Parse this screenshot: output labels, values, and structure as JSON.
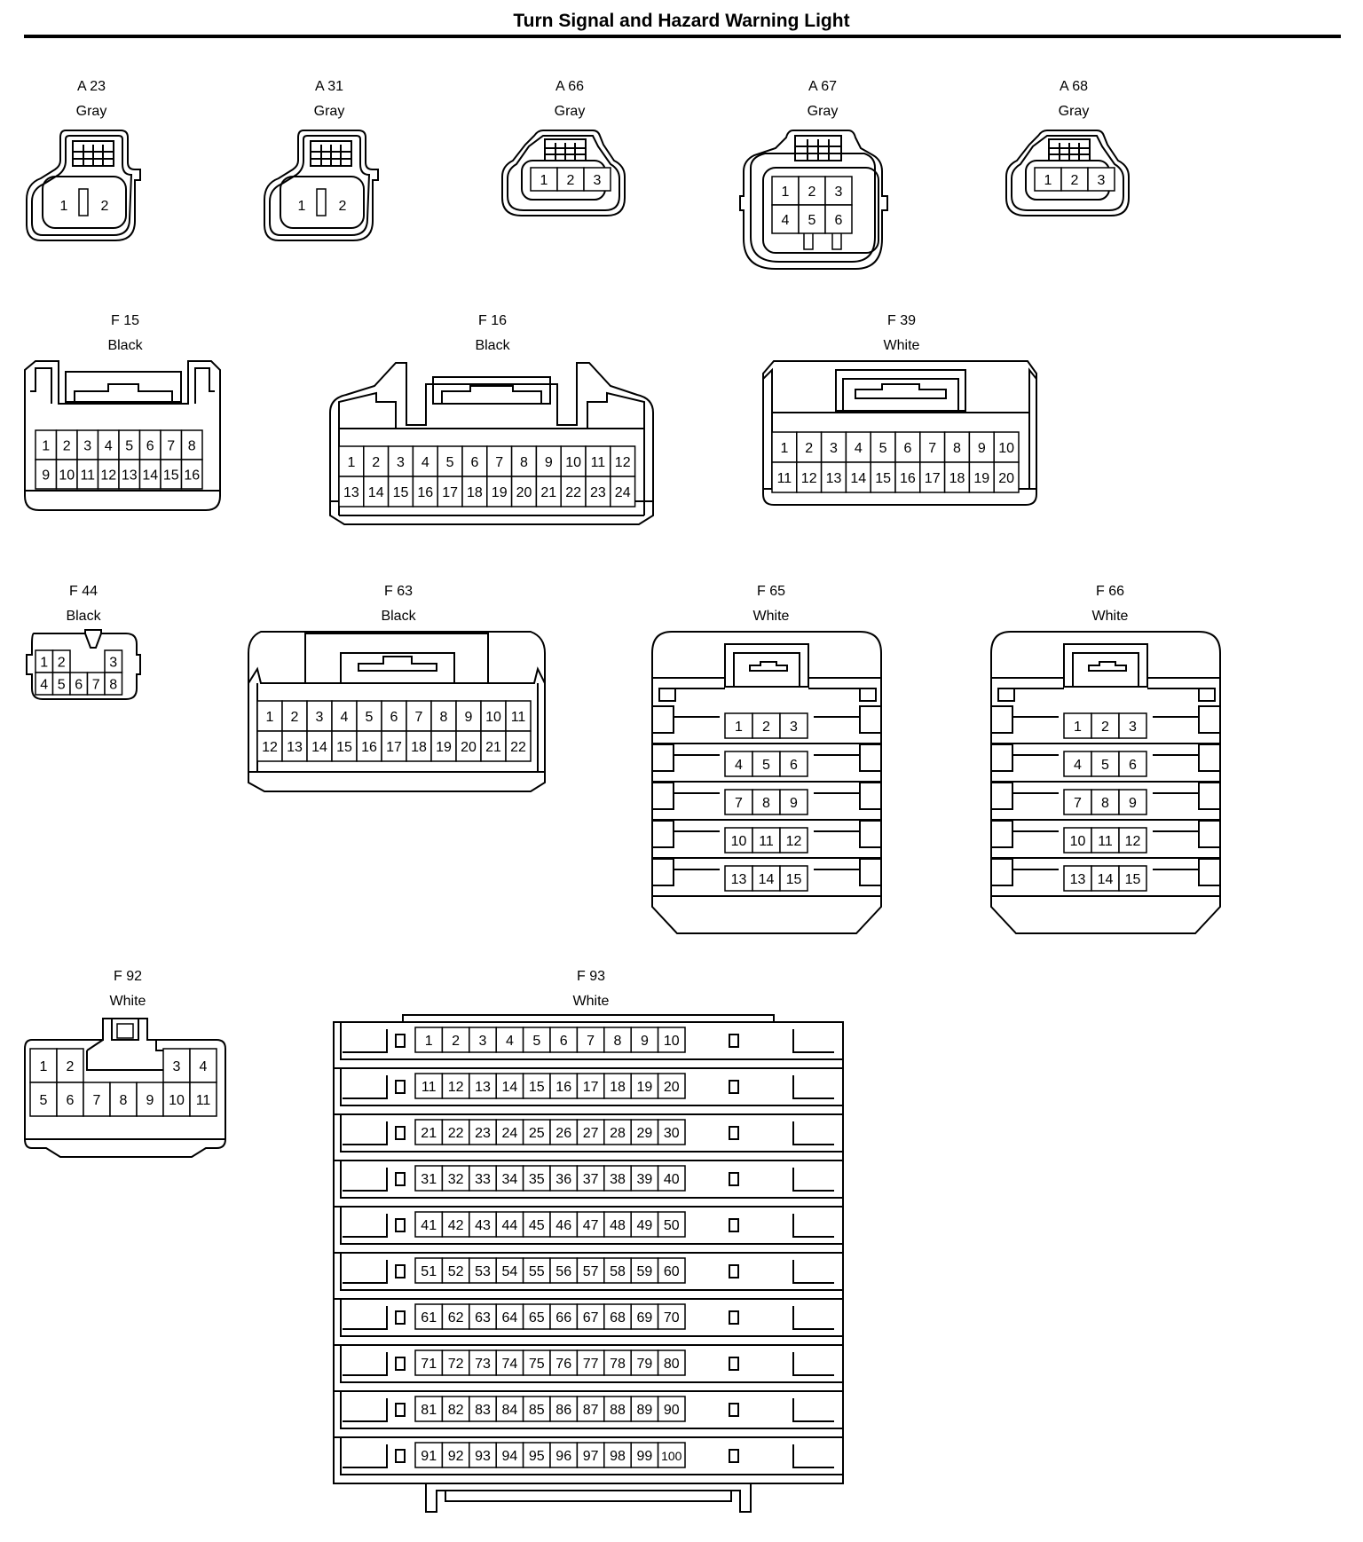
{
  "title": "Turn Signal and Hazard Warning Light",
  "connectors": [
    {
      "id": "A 23",
      "color": "Gray",
      "pins": [
        [
          1,
          2
        ]
      ]
    },
    {
      "id": "A 31",
      "color": "Gray",
      "pins": [
        [
          1,
          2
        ]
      ]
    },
    {
      "id": "A 66",
      "color": "Gray",
      "pins": [
        [
          1,
          2,
          3
        ]
      ]
    },
    {
      "id": "A 67",
      "color": "Gray",
      "pins": [
        [
          1,
          2,
          3
        ],
        [
          4,
          5,
          6
        ]
      ]
    },
    {
      "id": "A 68",
      "color": "Gray",
      "pins": [
        [
          1,
          2,
          3
        ]
      ]
    },
    {
      "id": "F 15",
      "color": "Black",
      "pins": [
        [
          1,
          2,
          3,
          4,
          5,
          6,
          7,
          8
        ],
        [
          9,
          10,
          11,
          12,
          13,
          14,
          15,
          16
        ]
      ]
    },
    {
      "id": "F 16",
      "color": "Black",
      "pins": [
        [
          1,
          2,
          3,
          4,
          5,
          6,
          7,
          8,
          9,
          10,
          11,
          12
        ],
        [
          13,
          14,
          15,
          16,
          17,
          18,
          19,
          20,
          21,
          22,
          23,
          24
        ]
      ]
    },
    {
      "id": "F 39",
      "color": "White",
      "pins": [
        [
          1,
          2,
          3,
          4,
          5,
          6,
          7,
          8,
          9,
          10
        ],
        [
          11,
          12,
          13,
          14,
          15,
          16,
          17,
          18,
          19,
          20
        ]
      ]
    },
    {
      "id": "F 44",
      "color": "Black",
      "pins": [
        [
          1,
          2,
          null,
          null,
          3
        ],
        [
          4,
          5,
          6,
          7,
          8
        ]
      ]
    },
    {
      "id": "F 63",
      "color": "Black",
      "pins": [
        [
          1,
          2,
          3,
          4,
          5,
          6,
          7,
          8,
          9,
          10,
          11
        ],
        [
          12,
          13,
          14,
          15,
          16,
          17,
          18,
          19,
          20,
          21,
          22
        ]
      ]
    },
    {
      "id": "F 65",
      "color": "White",
      "pins": [
        [
          1,
          2,
          3
        ],
        [
          4,
          5,
          6
        ],
        [
          7,
          8,
          9
        ],
        [
          10,
          11,
          12
        ],
        [
          13,
          14,
          15
        ]
      ]
    },
    {
      "id": "F 66",
      "color": "White",
      "pins": [
        [
          1,
          2,
          3
        ],
        [
          4,
          5,
          6
        ],
        [
          7,
          8,
          9
        ],
        [
          10,
          11,
          12
        ],
        [
          13,
          14,
          15
        ]
      ]
    },
    {
      "id": "F 92",
      "color": "White",
      "pins": [
        [
          1,
          2,
          null,
          null,
          null,
          3,
          4
        ],
        [
          5,
          6,
          7,
          8,
          9,
          10,
          11
        ]
      ]
    },
    {
      "id": "F 93",
      "color": "White",
      "pins": [
        [
          1,
          2,
          3,
          4,
          5,
          6,
          7,
          8,
          9,
          10
        ],
        [
          11,
          12,
          13,
          14,
          15,
          16,
          17,
          18,
          19,
          20
        ],
        [
          21,
          22,
          23,
          24,
          25,
          26,
          27,
          28,
          29,
          30
        ],
        [
          31,
          32,
          33,
          34,
          35,
          36,
          37,
          38,
          39,
          40
        ],
        [
          41,
          42,
          43,
          44,
          45,
          46,
          47,
          48,
          49,
          50
        ],
        [
          51,
          52,
          53,
          54,
          55,
          56,
          57,
          58,
          59,
          60
        ],
        [
          61,
          62,
          63,
          64,
          65,
          66,
          67,
          68,
          69,
          70
        ],
        [
          71,
          72,
          73,
          74,
          75,
          76,
          77,
          78,
          79,
          80
        ],
        [
          81,
          82,
          83,
          84,
          85,
          86,
          87,
          88,
          89,
          90
        ],
        [
          91,
          92,
          93,
          94,
          95,
          96,
          97,
          98,
          99,
          100
        ]
      ]
    }
  ]
}
